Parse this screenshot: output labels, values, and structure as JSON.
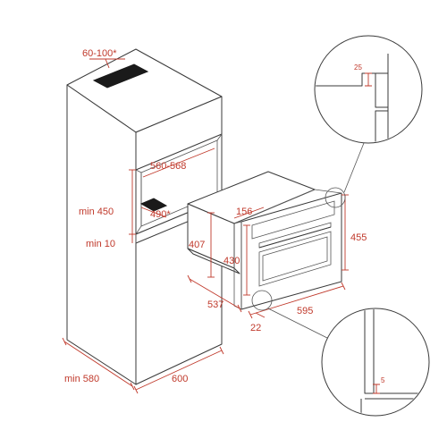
{
  "labels": {
    "top_vent": "60-100*",
    "niche_width": "560-568",
    "niche_min_height": "min 450",
    "vent_depth": "490*",
    "bottom_gap": "min 10",
    "cabinet_depth": "min 580",
    "cabinet_width": "600",
    "oven_top_inset": "156",
    "oven_body_height": "407",
    "oven_inner_height": "430",
    "oven_front_height": "455",
    "oven_depth": "537",
    "oven_width": "595",
    "front_offset": "22",
    "detail_top_gap": "25",
    "detail_bottom_gap": "5"
  },
  "colors": {
    "dimension": "#c0392b",
    "line": "#3a3a3a"
  }
}
